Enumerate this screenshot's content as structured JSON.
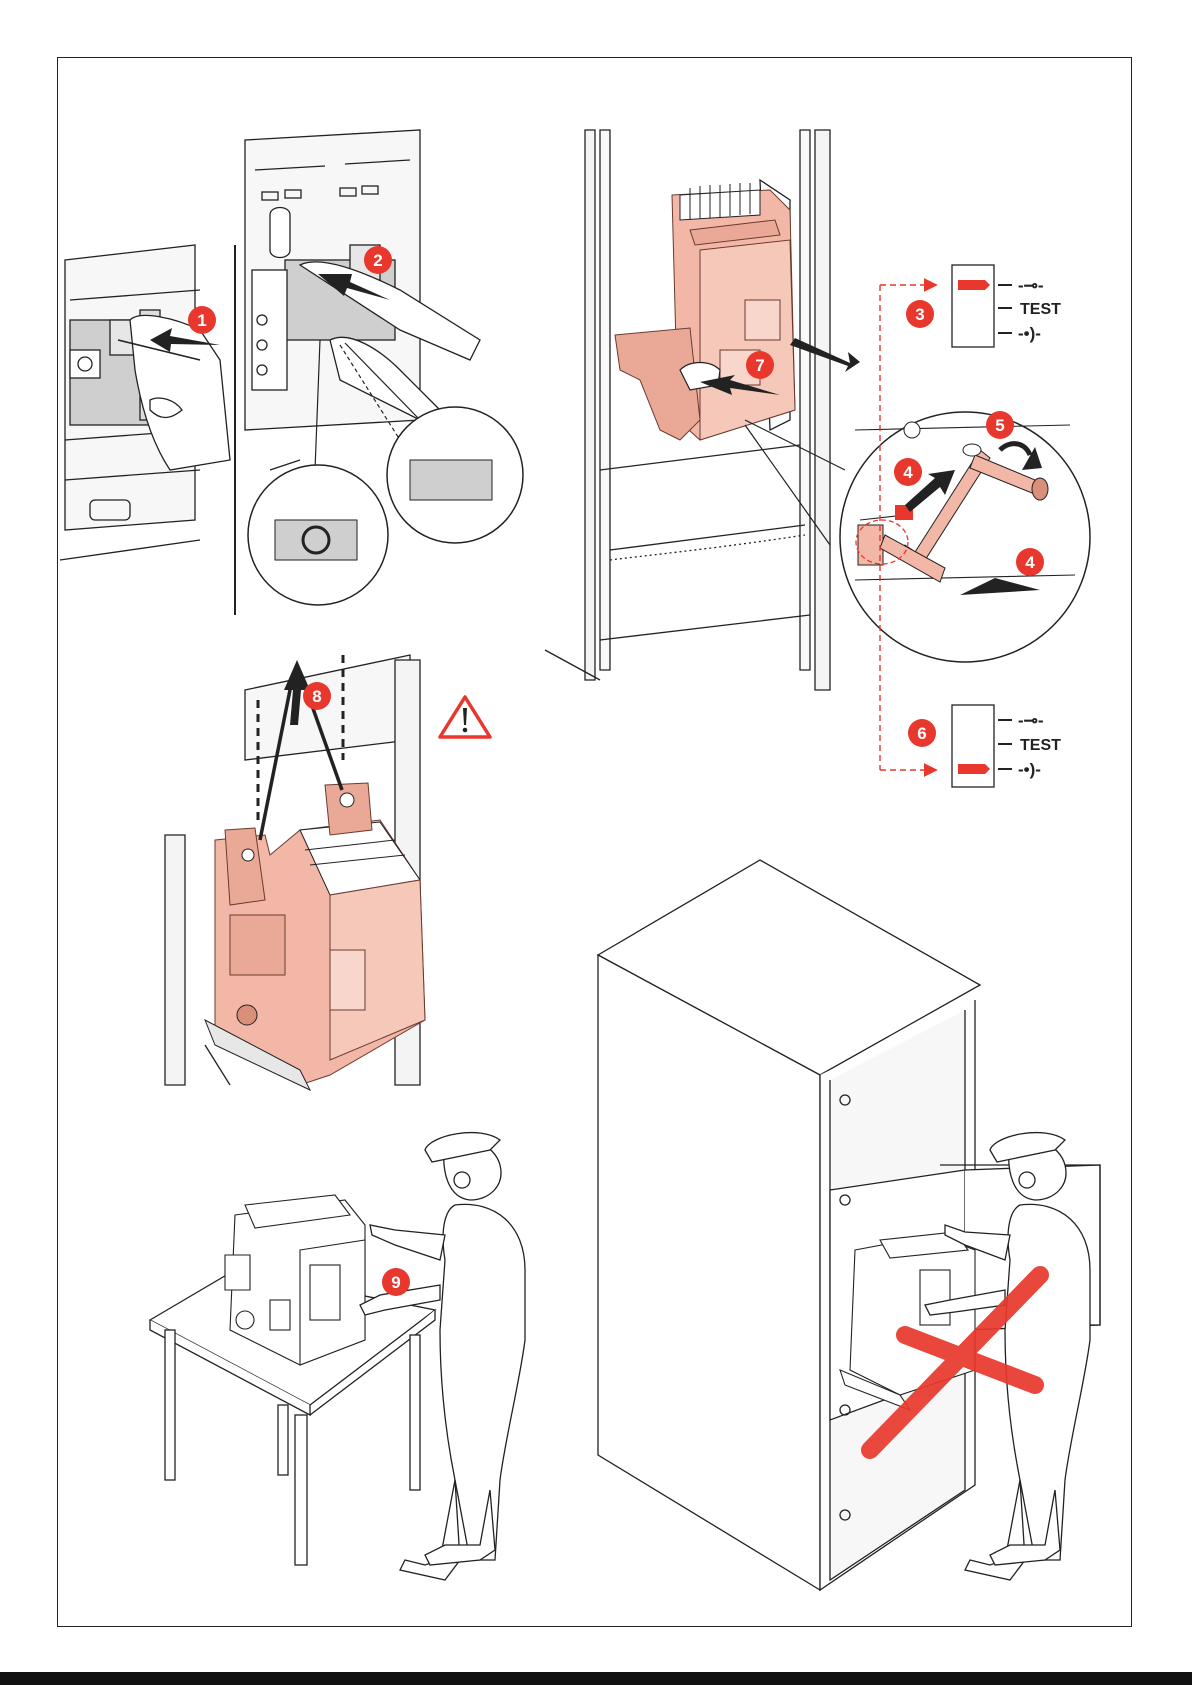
{
  "colors": {
    "accent": "#e8372c",
    "breaker": "#f2b7a6",
    "breaker_dark": "#d98f7a",
    "panel_grey": "#cfcfcf",
    "line": "#222222"
  },
  "steps": [
    {
      "id": "1",
      "label": "1"
    },
    {
      "id": "2",
      "label": "2"
    },
    {
      "id": "3",
      "label": "3"
    },
    {
      "id": "4a",
      "label": "4"
    },
    {
      "id": "4b",
      "label": "4"
    },
    {
      "id": "5",
      "label": "5"
    },
    {
      "id": "6",
      "label": "6"
    },
    {
      "id": "7",
      "label": "7"
    },
    {
      "id": "8",
      "label": "8"
    },
    {
      "id": "9",
      "label": "9"
    }
  ],
  "position_indicator_top": {
    "symbols": [
      "-⊸-",
      "TEST",
      "-•)-"
    ],
    "active": "connected"
  },
  "position_indicator_bottom": {
    "symbols": [
      "-⊸-",
      "TEST",
      "-•)-"
    ],
    "active": "disconnected"
  },
  "icons": {
    "open_symbol": "circle-o-icon",
    "warning": "warning-triangle-icon",
    "prohibited": "red-cross-icon"
  }
}
